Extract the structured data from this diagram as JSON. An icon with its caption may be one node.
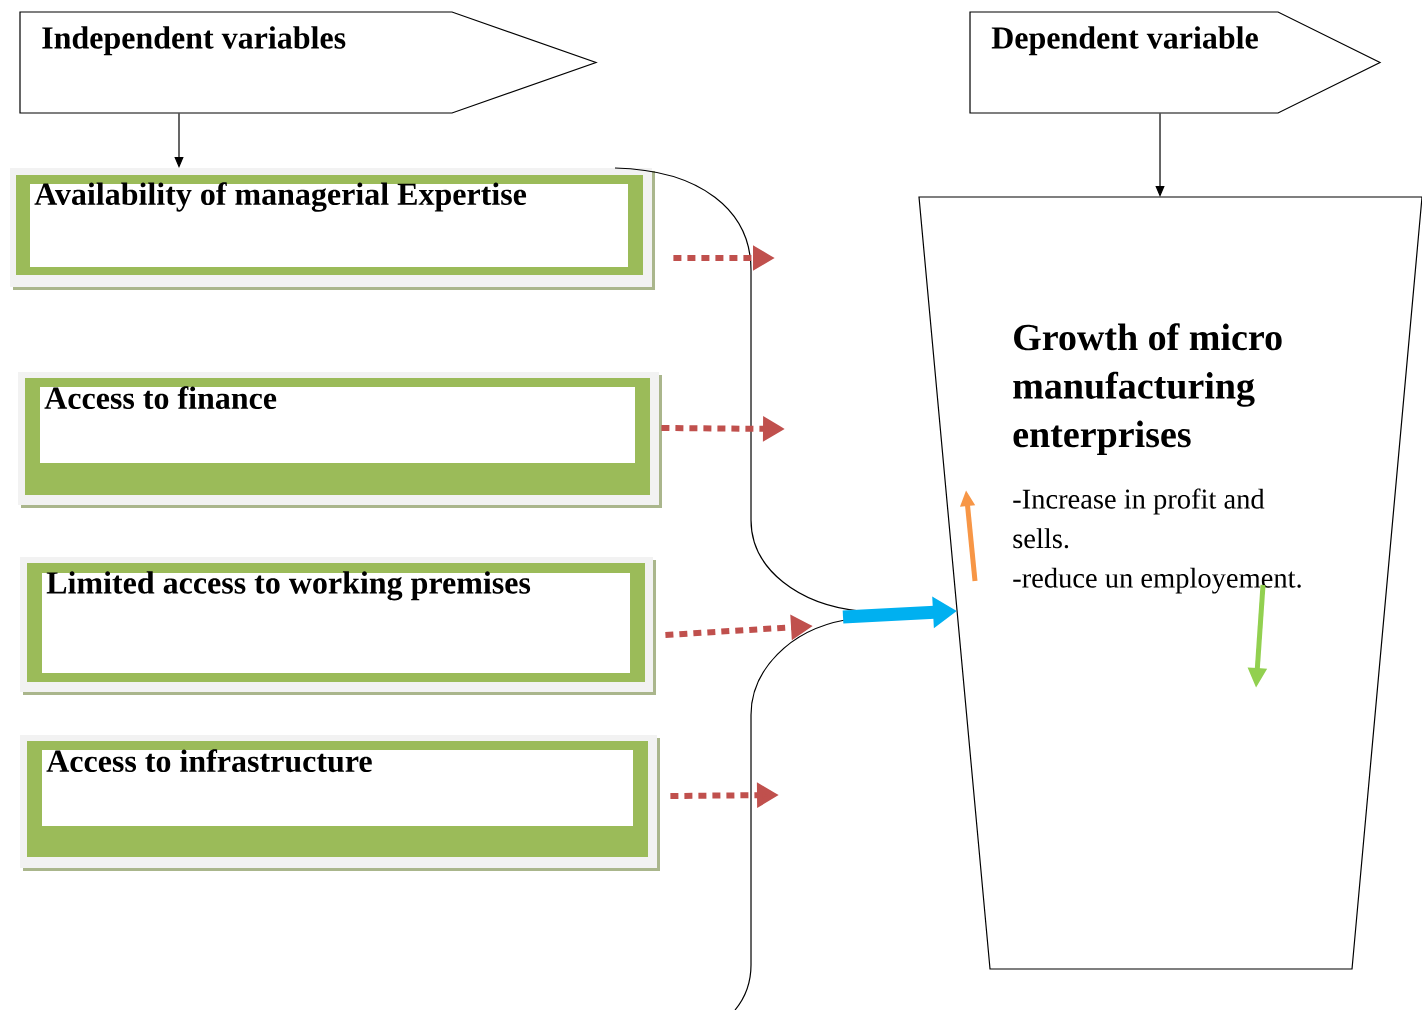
{
  "diagram": {
    "nodes": [
      {
        "text": [
          "Independent variables"
        ]
      },
      {
        "text": [
          "Dependent variable"
        ]
      },
      {
        "text": [
          "Availability of managerial Expertise"
        ]
      },
      {
        "text": [
          "Access to finance"
        ]
      },
      {
        "text": [
          "Limited access to working premises"
        ]
      },
      {
        "text": [
          "Access to infrastructure"
        ]
      },
      {
        "text": [
          "Growth of micro manufacturing enterprises",
          "-Increase in profit and sells.",
          "-reduce un employement."
        ]
      }
    ],
    "edges": [
      {
        "from": 0,
        "to": 2,
        "arrow": "to",
        "color": "#000000"
      },
      {
        "from": 1,
        "to": 6,
        "arrow": "to",
        "color": "#000000"
      },
      {
        "from": 2,
        "to": null,
        "arrow": "to",
        "style": "dashed",
        "color": "#c0504d"
      },
      {
        "from": 3,
        "to": null,
        "arrow": "to",
        "style": "dashed",
        "color": "#c0504d"
      },
      {
        "from": 4,
        "to": null,
        "arrow": "to",
        "style": "dashed",
        "color": "#c0504d"
      },
      {
        "from": 5,
        "to": null,
        "arrow": "to",
        "style": "dashed",
        "color": "#c0504d"
      },
      {
        "from": null,
        "to": 6,
        "arrow": "to",
        "style": "thick",
        "color": "#00b0f0"
      }
    ]
  }
}
